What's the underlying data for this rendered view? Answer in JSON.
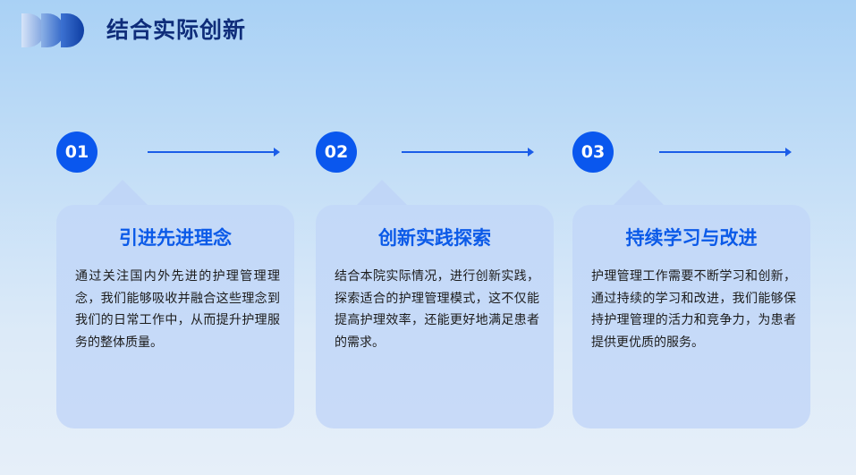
{
  "header": {
    "title": "结合实际创新"
  },
  "steps": [
    {
      "number": "01",
      "title": "引进先进理念",
      "body": "通过关注国内外先进的护理管理理念，我们能够吸收并融合这些理念到我们的日常工作中，从而提升护理服务的整体质量。"
    },
    {
      "number": "02",
      "title": "创新实践探索",
      "body": "结合本院实际情况，进行创新实践，探索适合的护理管理模式，这不仅能提高护理效率，还能更好地满足患者的需求。"
    },
    {
      "number": "03",
      "title": "持续学习与改进",
      "body": "护理管理工作需要不断学习和创新，通过持续的学习和改进，我们能够保持护理管理的活力和竞争力，为患者提供更优质的服务。"
    }
  ],
  "colors": {
    "accent": "#0a57ee",
    "title": "#0f2d7a",
    "card": "#c3d9f8"
  }
}
